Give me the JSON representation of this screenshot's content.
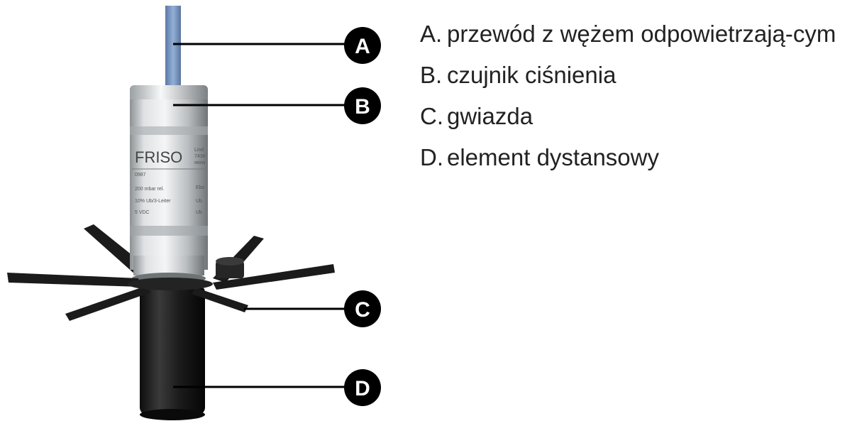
{
  "product_label": {
    "brand": "FRISO",
    "line_maker": "Lind",
    "line_code": "7436",
    "line_web": "www",
    "line_ref": "0987",
    "spec_range": "200 mbar rel.",
    "spec_out": "10% Ub/3-Leiter",
    "spec_supply": "5 VDC",
    "spec_side1": "Ebo",
    "spec_side2": "Ub",
    "spec_side3": "Ub"
  },
  "callouts": [
    "A",
    "B",
    "C",
    "D"
  ],
  "legend": [
    {
      "letter": "A.",
      "text": "przewód z wężem odpowietrzają-cym"
    },
    {
      "letter": "B.",
      "text": "czujnik ciśnienia"
    },
    {
      "letter": "C.",
      "text": "gwiazda"
    },
    {
      "letter": "D.",
      "text": "element dystansowy"
    }
  ],
  "colors": {
    "cable": "#7a98c4",
    "sensor_steel": "#bfc3c6",
    "star_black": "#1b1b1b",
    "callout_fill": "#000000",
    "leader_line": "#000000",
    "legend_text": "#222222"
  }
}
